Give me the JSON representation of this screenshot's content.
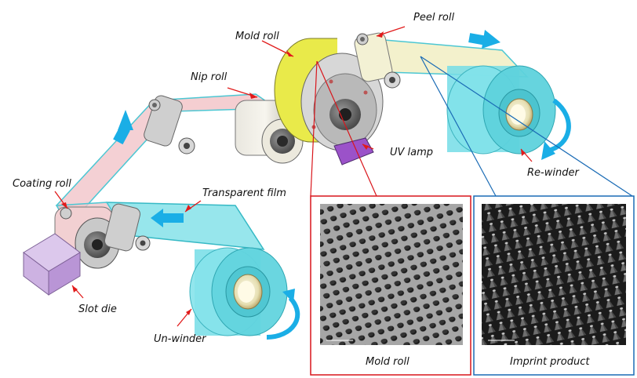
{
  "labels": {
    "peel_roll": "Peel roll",
    "mold_roll": "Mold roll",
    "nip_roll": "Nip roll",
    "uv_lamp": "UV lamp",
    "coating_roll": "Coating roll",
    "transparent_film": "Transparent film",
    "re_winder": "Re-winder",
    "slot_die": "Slot die",
    "un_winder": "Un-winder"
  },
  "panels": {
    "mold_roll_caption": "Mold roll",
    "imprint_caption": "Imprint product"
  },
  "colors": {
    "film": "#74dde6",
    "film_pink": "#f1c2c6",
    "film_yellow": "#f1efbf",
    "mold": "#e9ea4a",
    "uv_lamp": "#9b52c9",
    "slot_die": "#cdb2e2",
    "arrow_blue": "#1aaee6",
    "leader_red": "#e11b1b",
    "leader_blue": "#1a6bb5"
  }
}
